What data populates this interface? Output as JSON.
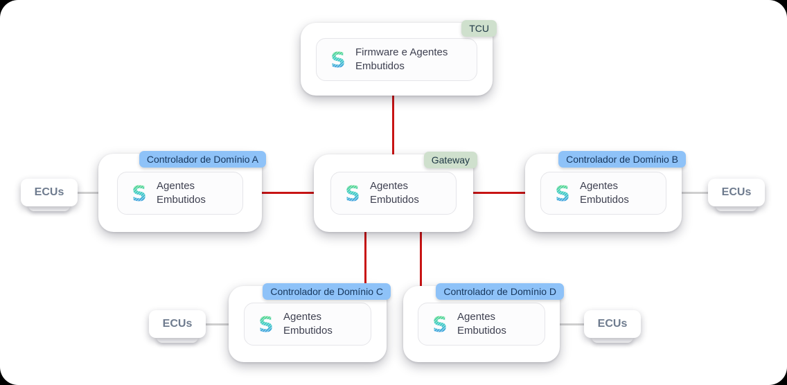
{
  "nodes": {
    "tcu": {
      "badge": "TCU",
      "line1": "Firmware e Agentes",
      "line2": "Embutidos"
    },
    "gateway": {
      "badge": "Gateway",
      "line1": "Agentes",
      "line2": "Embutidos"
    },
    "ctrl_a": {
      "badge": "Controlador de Domínio A",
      "line1": "Agentes",
      "line2": "Embutidos"
    },
    "ctrl_b": {
      "badge": "Controlador de Domínio B",
      "line1": "Agentes",
      "line2": "Embutidos"
    },
    "ctrl_c": {
      "badge": "Controlador de Domínio C",
      "line1": "Agentes",
      "line2": "Embutidos"
    },
    "ctrl_d": {
      "badge": "Controlador de Domínio D",
      "line1": "Agentes",
      "line2": "Embutidos"
    }
  },
  "ecus": {
    "label": "ECUs"
  },
  "connections": [
    {
      "from": "tcu",
      "to": "gateway",
      "color": "red"
    },
    {
      "from": "ctrl_a",
      "to": "gateway",
      "color": "red"
    },
    {
      "from": "gateway",
      "to": "ctrl_b",
      "color": "red"
    },
    {
      "from": "gateway",
      "to": "ctrl_c",
      "color": "red"
    },
    {
      "from": "gateway",
      "to": "ctrl_d",
      "color": "red"
    },
    {
      "from": "ecus_a",
      "to": "ctrl_a",
      "color": "gray"
    },
    {
      "from": "ctrl_b",
      "to": "ecus_b",
      "color": "gray"
    },
    {
      "from": "ecus_c",
      "to": "ctrl_c",
      "color": "gray"
    },
    {
      "from": "ctrl_d",
      "to": "ecus_d",
      "color": "gray"
    }
  ],
  "colors": {
    "connector_primary": "#c81414",
    "connector_secondary": "#cfcfcf",
    "badge_green_bg": "#cfe0cd",
    "badge_blue_bg": "#8ec2f8",
    "card_text": "#3e4050",
    "ecus_text": "#6e7b8e",
    "logo_gradient_top": "#57d96a",
    "logo_gradient_mid": "#2ec8c0",
    "logo_gradient_bottom": "#3b7ef0"
  }
}
